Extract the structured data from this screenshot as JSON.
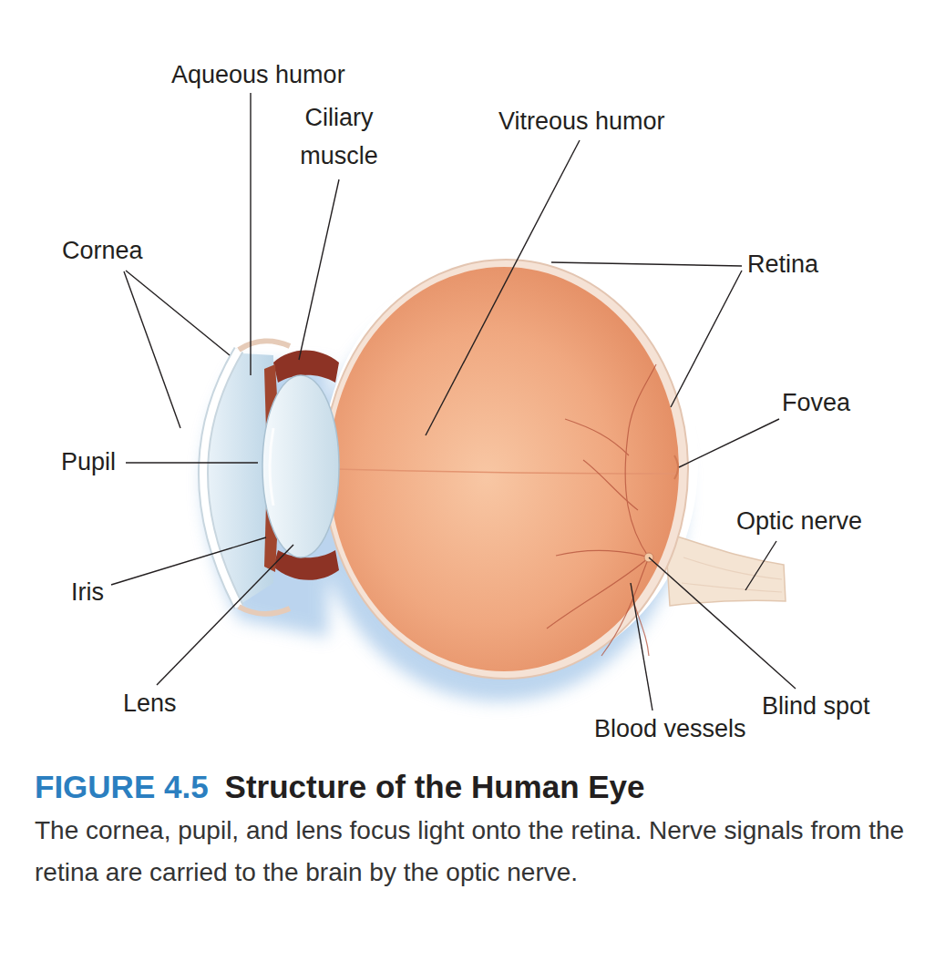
{
  "diagram": {
    "title": "Structure of the Human Eye",
    "caption": "The cornea, pupil, and lens focus light onto the retina. Nerve signals from the retina are carried to the brain by the optic nerve.",
    "labels": [
      "Aqueous humor",
      "Ciliary muscle",
      "Vitreous humor",
      "Cornea",
      "Retina",
      "Fovea",
      "Pupil",
      "Optic nerve",
      "Iris",
      "Lens",
      "Blind spot",
      "Blood vessels",
      "FIGURE 4.5"
    ]
  }
}
